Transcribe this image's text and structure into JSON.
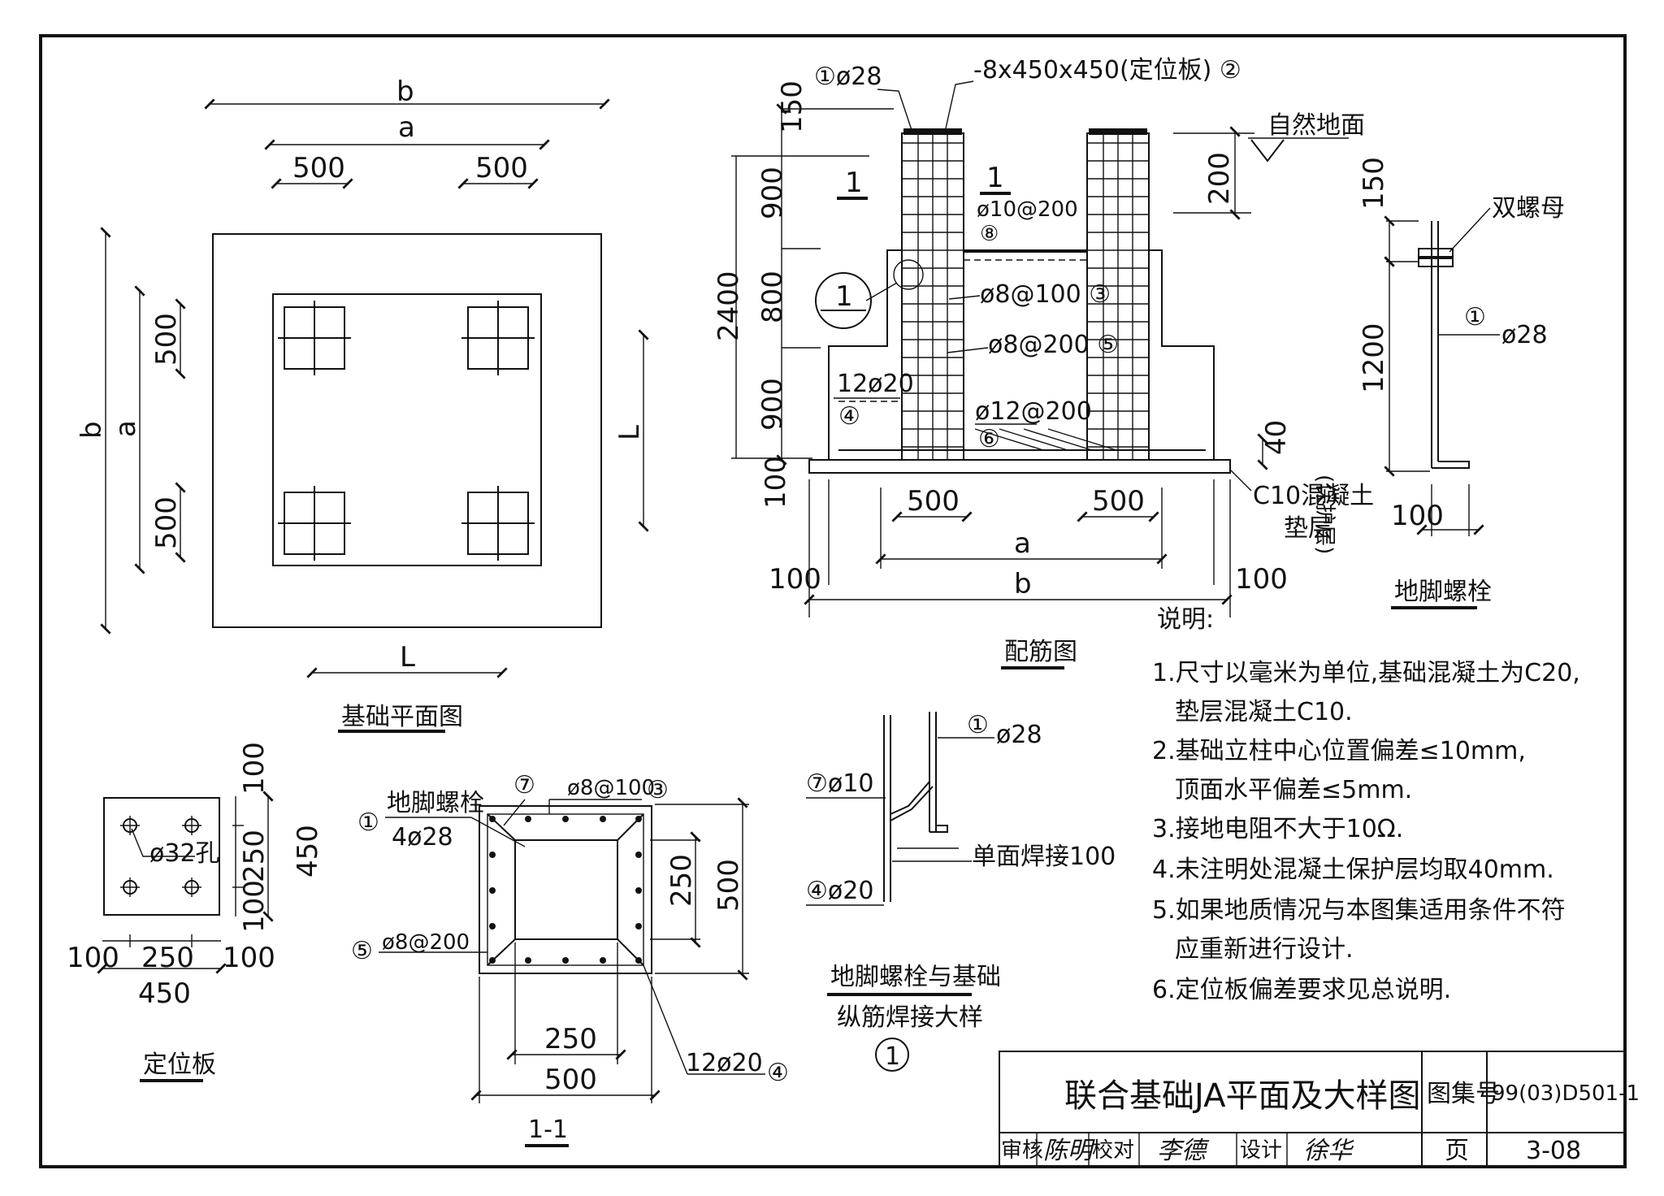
{
  "plan": {
    "title": "基础平面图",
    "dim_b": "b",
    "dim_a": "a",
    "dim_500_left": "500",
    "dim_500_right": "500",
    "dim_b_side": "b",
    "dim_a_side": "a",
    "dim_500_top": "500",
    "dim_500_bottom": "500",
    "dim_L_right": "L",
    "dim_L_bottom": "L"
  },
  "rebar": {
    "title": "配筋图",
    "label_bolt": "①ø28",
    "label_plate": "-8x450x450(定位板) ②",
    "natural_ground": "自然地面",
    "dim_150": "150",
    "dim_900_top": "900",
    "dim_2400": "2400",
    "dim_800": "800",
    "dim_900_bottom": "900",
    "dim_100": "100",
    "dim_200": "200",
    "section_mark": "1",
    "callout_detail": "1",
    "bar_8": "ø10@200",
    "bar_8_no": "⑧",
    "bar_3": "ø8@100 ③",
    "bar_5": "ø8@200 ⑤",
    "bar_4": "12ø20",
    "bar_4_no": "④",
    "bar_6": "ø12@200",
    "bar_6_no": "⑥",
    "cover_40": "40",
    "cover_note": "(保护层)",
    "pad_label_1": "C10混凝土",
    "pad_label_2": "垫层",
    "dim_500_l": "500",
    "dim_500_r": "500",
    "dim_a": "a",
    "dim_b": "b",
    "dim_100_l": "100",
    "dim_100_r": "100"
  },
  "anchor_bolt": {
    "title": "地脚螺栓",
    "double_nut": "双螺母",
    "bolt_no": "①",
    "bolt_dia": "ø28",
    "dim_150": "150",
    "dim_1200": "1200",
    "dim_100": "100"
  },
  "notes": {
    "heading": "说明:",
    "items": [
      "1.尺寸以毫米为单位,基础混凝土为C20,",
      "垫层混凝土C10.",
      "2.基础立柱中心位置偏差≤10mm,",
      "顶面水平偏差≤5mm.",
      "3.接地电阻不大于10Ω.",
      "4.未注明处混凝土保护层均取40mm.",
      "5.如果地质情况与本图集适用条件不符",
      "应重新进行设计.",
      "6.定位板偏差要求见总说明."
    ]
  },
  "plate": {
    "title": "定位板",
    "hole": "ø32孔",
    "dim_100_top": "100",
    "dim_250_v": "250",
    "dim_100_bot": "100",
    "dim_450_v": "450",
    "dim_100_l": "100",
    "dim_250_h": "250",
    "dim_100_r": "100",
    "dim_450_h": "450"
  },
  "section11": {
    "title": "1-1",
    "bar_3": "ø8@100",
    "bar_3_no": "③",
    "bar_7_no": "⑦",
    "bolt_label": "地脚螺栓",
    "bolt_no": "①",
    "bolt_count": "4ø28",
    "bar_5_no": "⑤",
    "bar_5": "ø8@200",
    "bar_4": "12ø20",
    "bar_4_no": "④",
    "dim_250_v": "250",
    "dim_500_v": "500",
    "dim_250_h": "250",
    "dim_500_h": "500"
  },
  "weld_detail": {
    "title_1": "地脚螺栓与基础",
    "title_2": "纵筋焊接大样",
    "detail_no": "1",
    "bolt_no": "①",
    "bolt_dia": "ø28",
    "bar7": "⑦ø10",
    "weld_note": "单面焊接100",
    "bar4": "④ø20"
  },
  "titleblock": {
    "drawing_title": "联合基础JA平面及大样图",
    "atlas_label": "图集号",
    "atlas_no": "99(03)D501-1",
    "review_label": "审核",
    "review_sign": "陈明",
    "check_label": "校对",
    "check_sign": "李德",
    "design_label": "设计",
    "design_sign": "徐华",
    "page_label": "页",
    "page_no": "3-08"
  }
}
